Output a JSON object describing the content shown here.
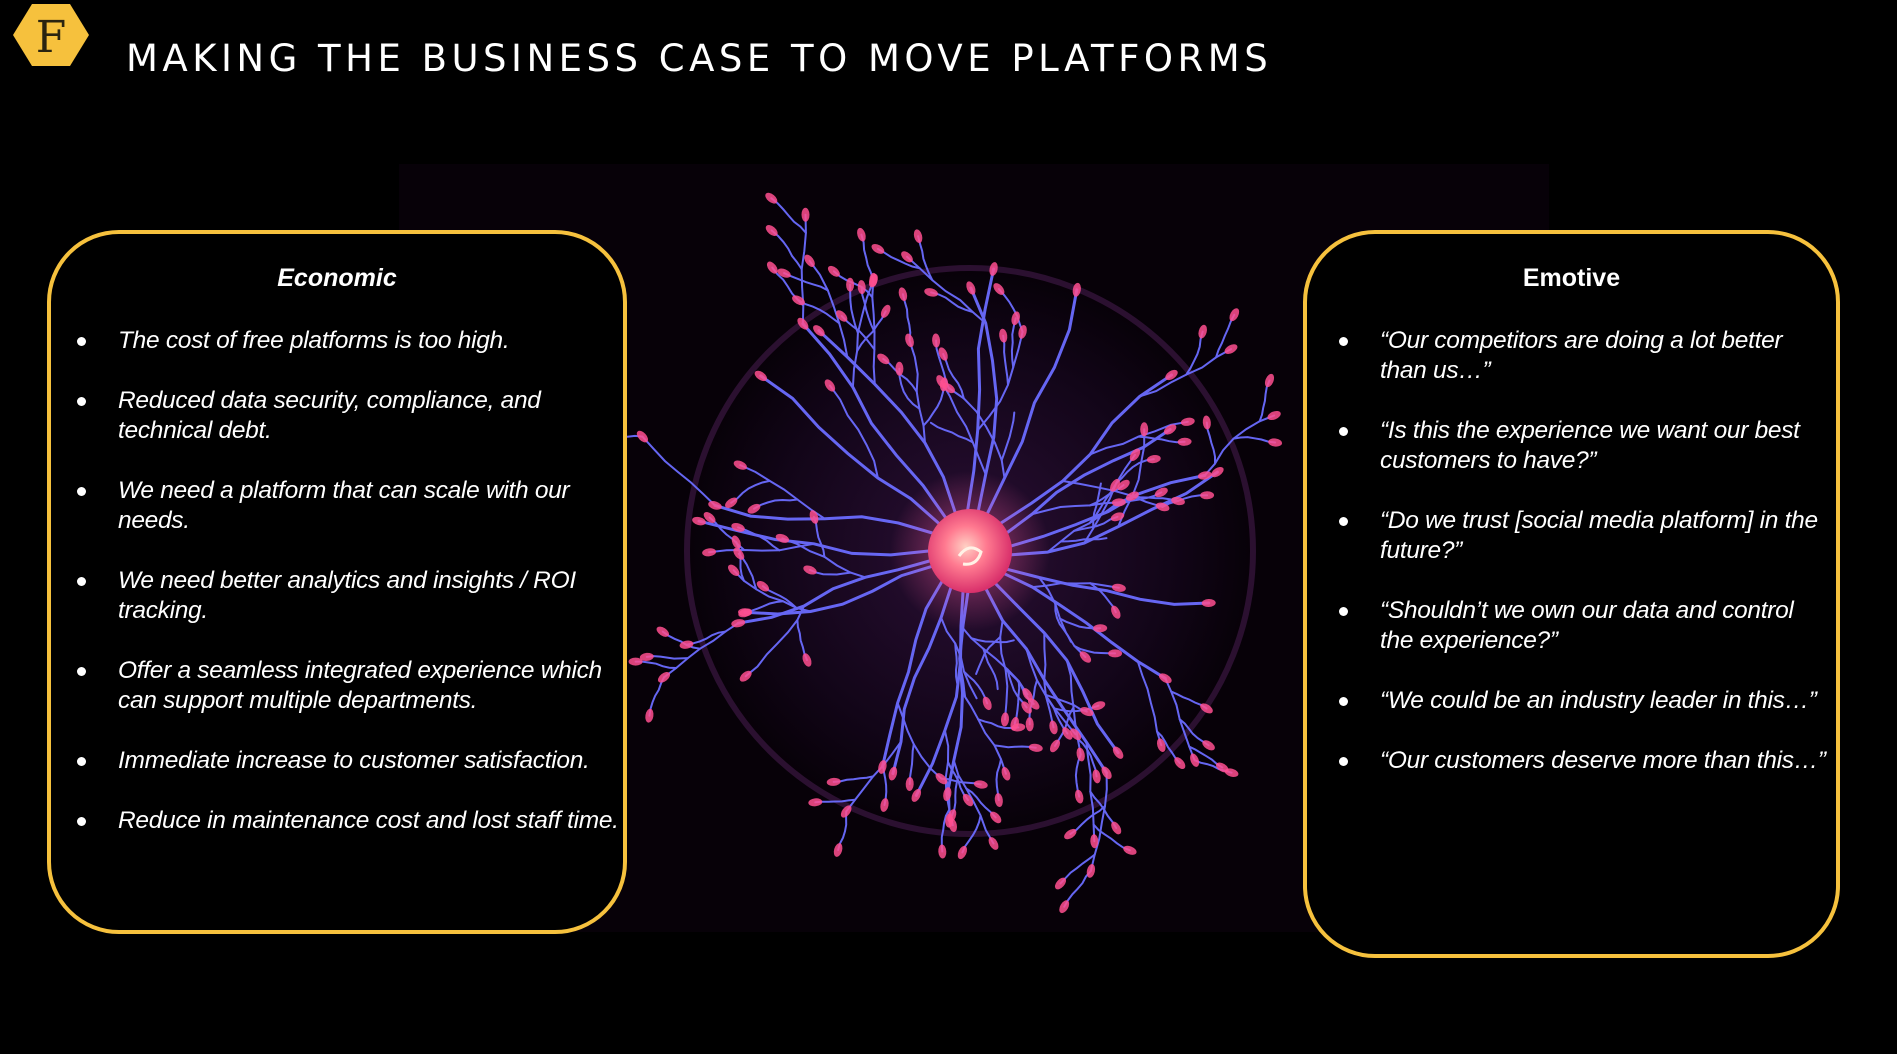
{
  "header": {
    "title": "MAKING THE BUSINESS CASE TO MOVE PLATFORMS",
    "logo_letter": "F",
    "logo_color": "#f6c13d"
  },
  "economic": {
    "heading": "Economic",
    "items": [
      "The cost of free platforms is too high.",
      "Reduced data security, compliance, and technical debt.",
      "We need a platform that can scale with our needs.",
      "We need better analytics and insights / ROI tracking.",
      "Offer a seamless integrated experience which can support multiple departments.",
      "Immediate increase to customer satisfaction.",
      "Reduce in maintenance cost and lost staff time."
    ]
  },
  "emotive": {
    "heading": "Emotive",
    "items": [
      "“Our competitors are doing a lot better than us…”",
      "“Is this the experience we want our best customers to have?”",
      "“Do we trust [social media platform] in the future?”",
      "“Shouldn’t we own our data and control the experience?”",
      "“We could be an industry leader in this…”",
      "“Our customers deserve more than this…”"
    ]
  },
  "colors": {
    "accent": "#f6c13d",
    "background": "#000000",
    "plasma_filament": "#6b6cff",
    "plasma_tip": "#ff4f8f"
  }
}
